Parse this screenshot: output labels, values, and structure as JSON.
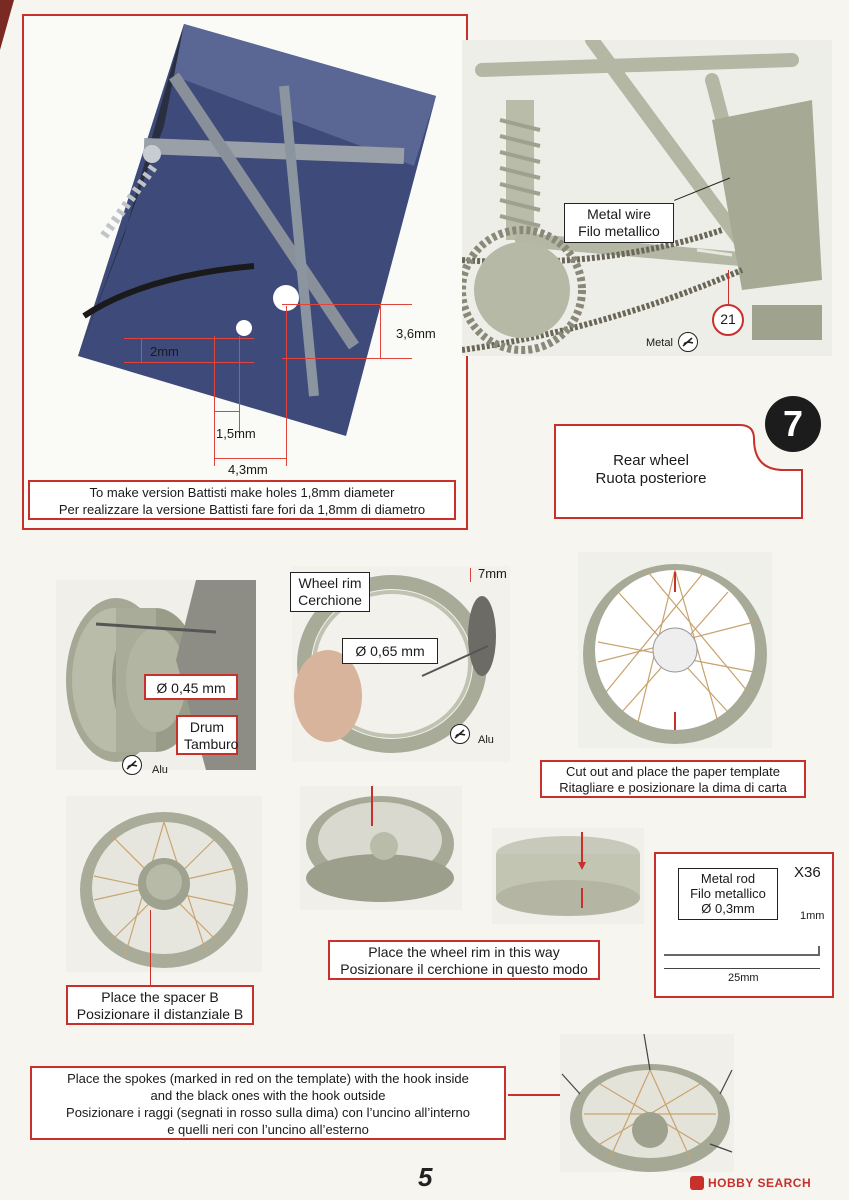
{
  "top_inset": {
    "caption_line1": "To make version Battisti make holes 1,8mm diameter",
    "caption_line2": "Per realizzare la versione Battisti fare fori da 1,8mm di diametro",
    "dim_vertical_1": "3,6mm",
    "dim_vertical_2": "2mm",
    "dim_horizontal_1": "1,5mm",
    "dim_horizontal_2": "4,3mm"
  },
  "frame_photo": {
    "label_line1": "Metal wire",
    "label_line2": "Filo metallico",
    "part_number": "21",
    "material_label": "Metal"
  },
  "step": {
    "number": "7",
    "title_line1": "Rear wheel",
    "title_line2": "Ruota posteriore"
  },
  "drum": {
    "diameter": "Ø 0,45 mm",
    "label_line1": "Drum",
    "label_line2": "Tamburo",
    "material_label": "Alu"
  },
  "rim": {
    "label_line1": "Wheel rim",
    "label_line2": "Cerchione",
    "width": "7mm",
    "diameter": "Ø 0,65 mm",
    "material_label": "Alu"
  },
  "template": {
    "caption_line1": "Cut out and place the paper template",
    "caption_line2": "Ritagliare e posizionare la dima di carta"
  },
  "spacer": {
    "caption_line1": "Place the spacer B",
    "caption_line2": "Posizionare il distanziale B"
  },
  "rim_place": {
    "caption_line1": "Place the wheel rim in this way",
    "caption_line2": "Posizionare il cerchione in questo modo"
  },
  "metal_rod": {
    "label_line1": "Metal rod",
    "label_line2": "Filo metallico",
    "diameter": "Ø 0,3mm",
    "quantity": "X36",
    "hook_length": "1mm",
    "length": "25mm"
  },
  "spokes": {
    "caption_line1": "Place the spokes (marked in red on the template) with the hook inside",
    "caption_line2": "and the black ones with the hook outside",
    "caption_line3": "Posizionare i raggi (segnati in rosso sulla dima) con l’uncino all’interno",
    "caption_line4": "e quelli neri con l’uncino all’esterno"
  },
  "footer": {
    "page_number": "5",
    "watermark": "HOBBY SEARCH"
  },
  "colors": {
    "accent_red": "#c8302c",
    "paper": "#f6f5ef",
    "part_gray": "#a8ab9a"
  }
}
